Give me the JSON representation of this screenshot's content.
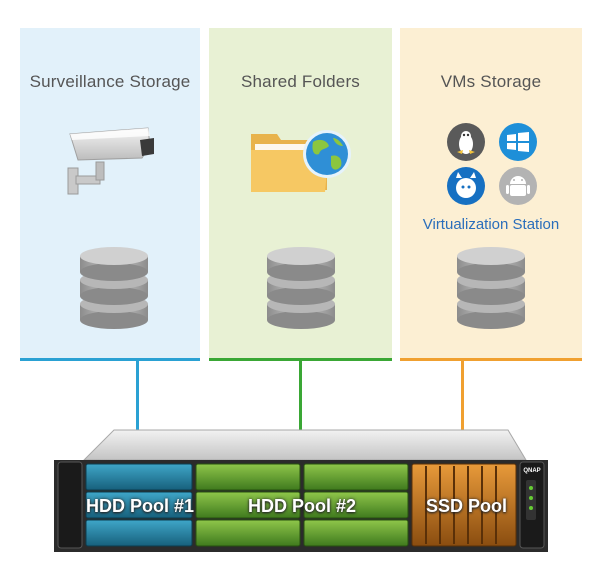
{
  "panels": {
    "surveillance": {
      "title": "Surveillance Storage",
      "icon": "camera-icon",
      "color": "#2aa1d3"
    },
    "shared": {
      "title": "Shared Folders",
      "icon": "folder-globe-icon",
      "color": "#3aa735"
    },
    "vms": {
      "title": "VMs Storage",
      "color": "#f0a030",
      "os_icons": [
        "linux-icon",
        "windows-icon",
        "freebsd-icon",
        "android-icon"
      ],
      "subtitle": "Virtualization Station"
    }
  },
  "server": {
    "brand": "QNAP",
    "pools": [
      {
        "label": "HDD Pool #1",
        "color": "#1e6f8c"
      },
      {
        "label": "HDD Pool #2",
        "color": "#4a8a23"
      },
      {
        "label": "SSD Pool",
        "color": "#b86a1a"
      }
    ]
  }
}
